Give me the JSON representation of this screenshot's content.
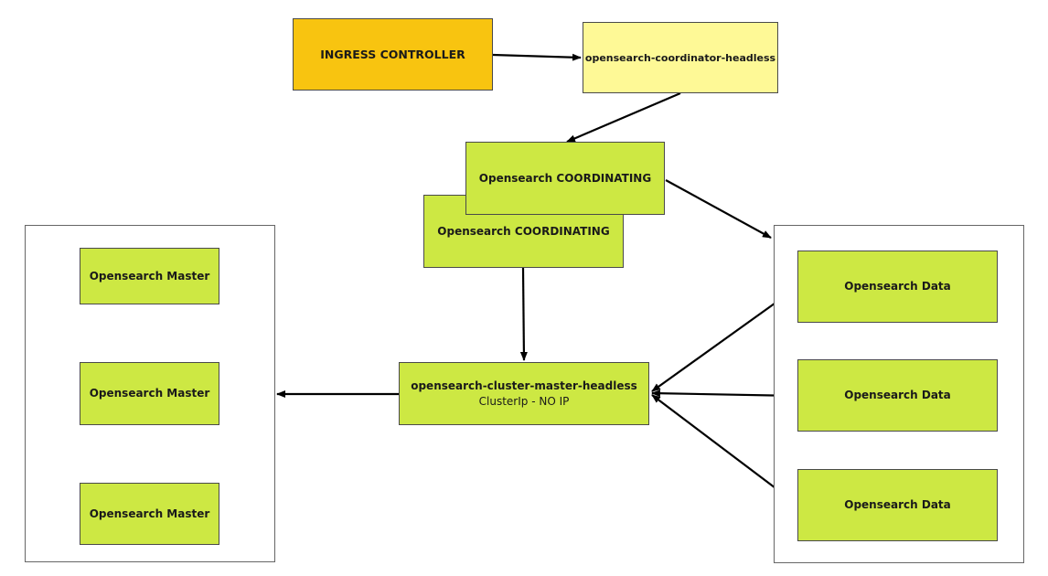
{
  "diagram": {
    "nodes": {
      "ingress": "INGRESS CONTROLLER",
      "coordinator_headless": "opensearch-coordinator-headless",
      "coordinating_1": "Opensearch COORDINATING",
      "coordinating_2": "Opensearch COORDINATING",
      "master_headless": "opensearch-cluster-master-headless",
      "master_headless_sub": "ClusterIp - NO IP",
      "master_1": "Opensearch Master",
      "master_2": "Opensearch Master",
      "master_3": "Opensearch Master",
      "data_1": "Opensearch Data",
      "data_2": "Opensearch Data",
      "data_3": "Opensearch Data"
    },
    "edges": [
      {
        "from": "ingress",
        "to": "coordinator_headless"
      },
      {
        "from": "coordinator_headless",
        "to": "coordinating"
      },
      {
        "from": "coordinating",
        "to": "data_group"
      },
      {
        "from": "coordinating",
        "to": "master_headless"
      },
      {
        "from": "master_headless",
        "to": "master_group"
      },
      {
        "from": "data_1",
        "to": "master_headless"
      },
      {
        "from": "data_2",
        "to": "master_headless"
      },
      {
        "from": "data_3",
        "to": "master_headless"
      }
    ],
    "colors": {
      "green": "#cde843",
      "orange": "#f8c410",
      "yellow": "#fef996",
      "edge": "#000000",
      "group_border": "#666666"
    }
  }
}
